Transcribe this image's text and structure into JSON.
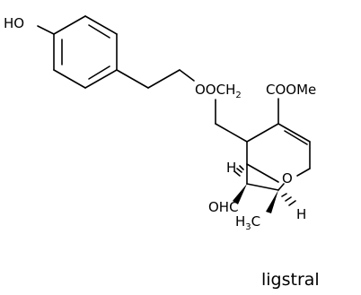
{
  "molecule": {
    "name": "ligstral",
    "labels": {
      "ho": "HO",
      "ester_linker_main": "OOCH",
      "ester_linker_sub": "2",
      "methyl_ester": "COOMe",
      "ring_hydrogen": "H",
      "ring_oxygen": "O",
      "aldehyde": "OHC",
      "methyl_main": "H",
      "methyl_sub": "3",
      "methyl_tail": "C",
      "lower_hydrogen": "H"
    }
  }
}
